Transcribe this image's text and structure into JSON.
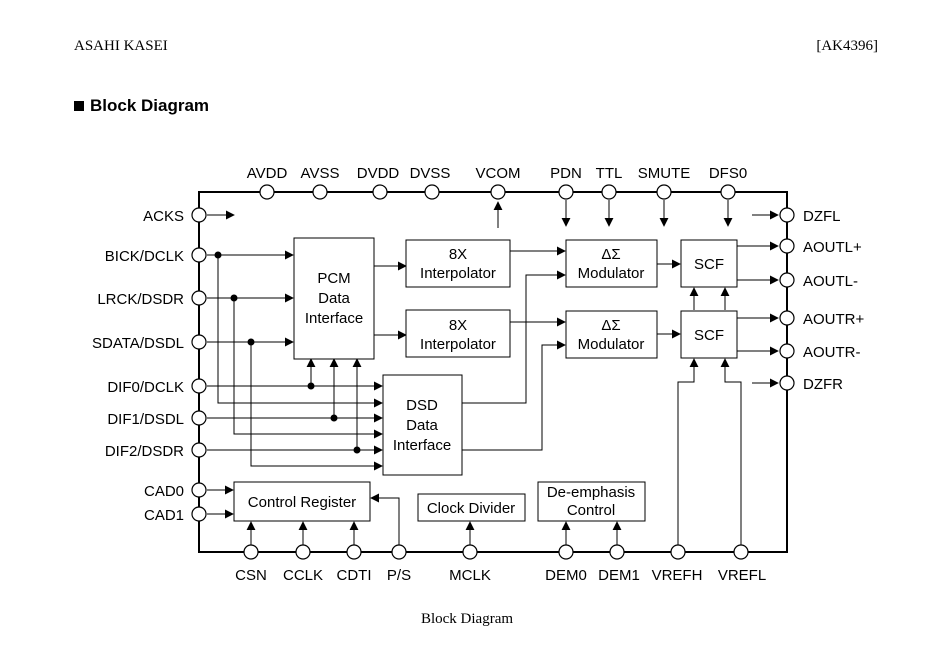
{
  "header": {
    "company": "ASAHI KASEI",
    "part": "[AK4396]"
  },
  "section_title": "Block Diagram",
  "caption": "Block Diagram",
  "pins": {
    "top": [
      "AVDD",
      "AVSS",
      "DVDD",
      "DVSS",
      "VCOM",
      "PDN",
      "TTL",
      "SMUTE",
      "DFS0"
    ],
    "left": [
      "ACKS",
      "BICK/DCLK",
      "LRCK/DSDR",
      "SDATA/DSDL",
      "DIF0/DCLK",
      "DIF1/DSDL",
      "DIF2/DSDR",
      "CAD0",
      "CAD1"
    ],
    "right": [
      "DZFL",
      "AOUTL+",
      "AOUTL-",
      "AOUTR+",
      "AOUTR-",
      "DZFR"
    ],
    "bottom": [
      "CSN",
      "CCLK",
      "CDTI",
      "P/S",
      "MCLK",
      "DEM0",
      "DEM1",
      "VREFH",
      "VREFL"
    ]
  },
  "blocks": {
    "pcm": [
      "PCM",
      "Data",
      "Interface"
    ],
    "interp1": [
      "8X",
      "Interpolator"
    ],
    "interp2": [
      "8X",
      "Interpolator"
    ],
    "mod1": [
      "ΔΣ",
      "Modulator"
    ],
    "mod2": [
      "ΔΣ",
      "Modulator"
    ],
    "scf1": "SCF",
    "scf2": "SCF",
    "dsd": [
      "DSD",
      "Data",
      "Interface"
    ],
    "control": "Control Register",
    "clock": "Clock Divider",
    "deemph": [
      "De-emphasis",
      "Control"
    ]
  }
}
